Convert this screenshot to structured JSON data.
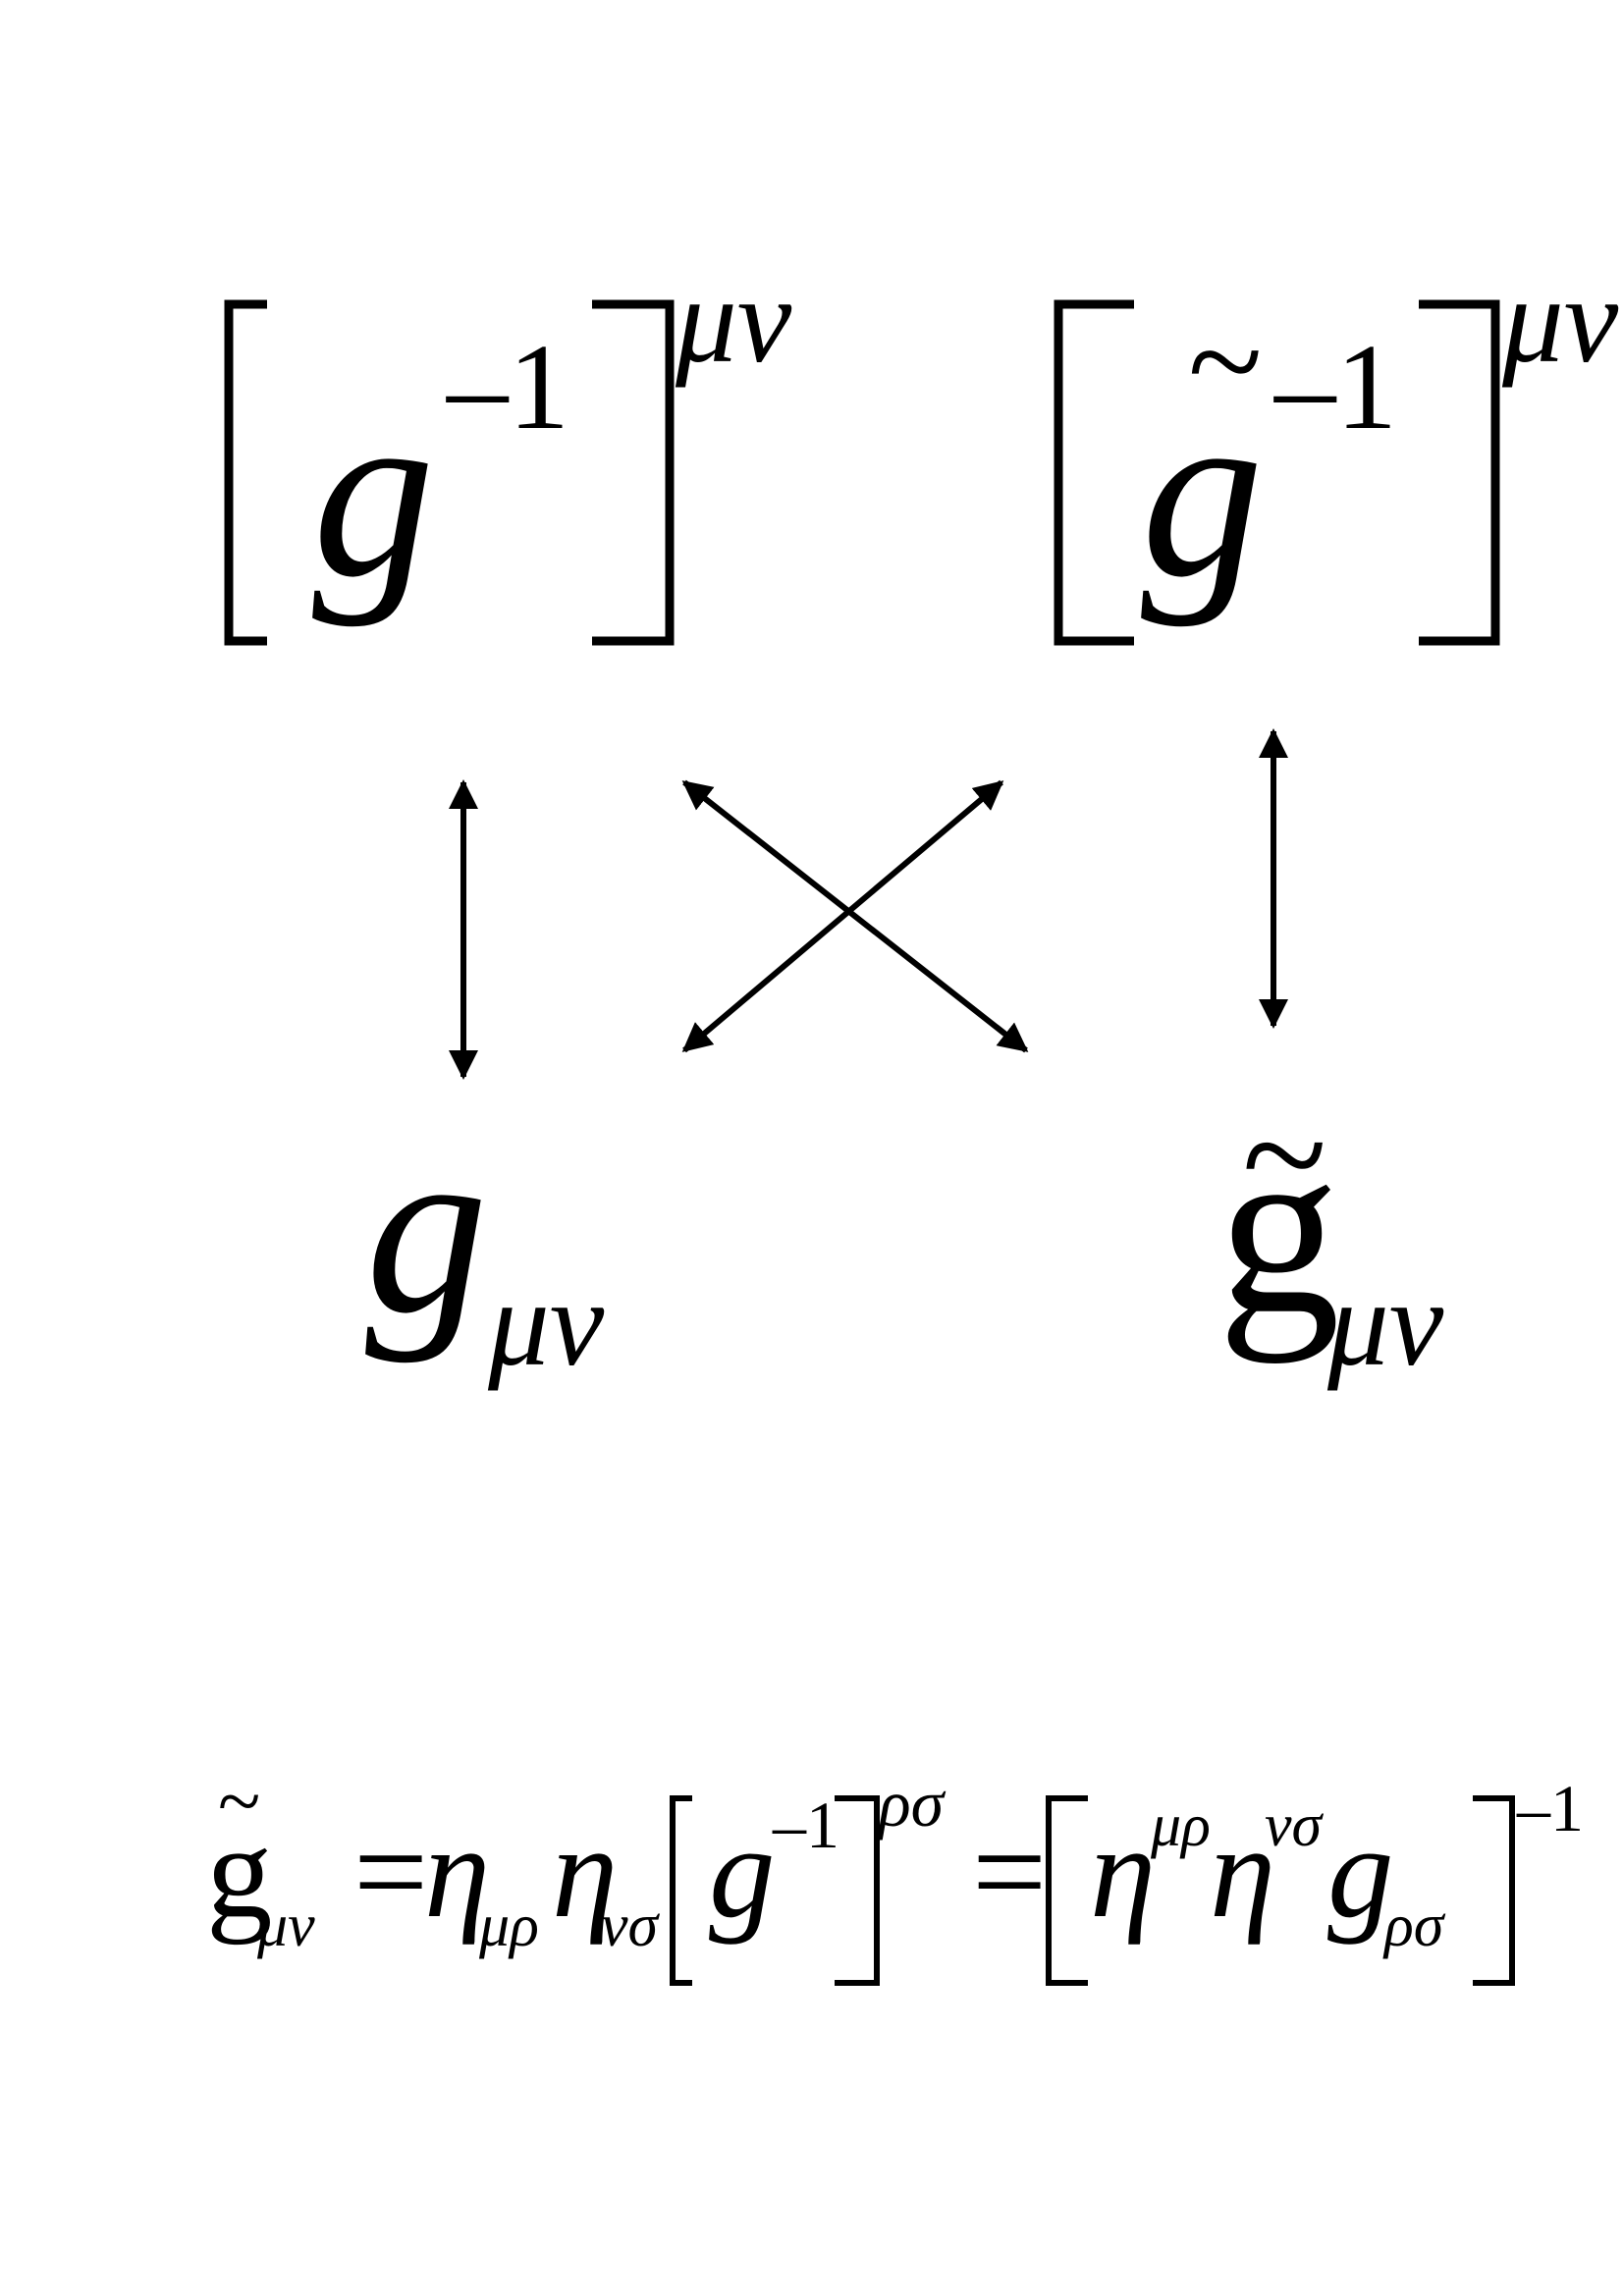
{
  "top_left": {
    "base": "g",
    "inverse_exponent": "–1",
    "indices": "μν"
  },
  "top_right": {
    "base": "g",
    "tilde": "~",
    "inverse_exponent": "–1",
    "indices": "μν"
  },
  "bottom_left": {
    "base": "g",
    "indices": "μν"
  },
  "bottom_right": {
    "base": "g",
    "tilde": "~",
    "indices": "μν"
  },
  "equation": {
    "lhs_base": "g",
    "lhs_tilde": "~",
    "lhs_indices": "μν",
    "eq1": "=",
    "eta1": "η",
    "eta1_indices": "μρ",
    "eta2": "η",
    "eta2_indices": "νσ",
    "inv_base": "g",
    "inv_exponent": "–1",
    "inv_indices": "ρσ",
    "eq2": "=",
    "eta3": "η",
    "eta3_indices": "μρ",
    "eta4": "η",
    "eta4_indices": "νσ",
    "g_base": "g",
    "g_indices": "ρσ",
    "outer_exponent": "–1"
  },
  "colors": {
    "ink": "#000000",
    "background": "#ffffff"
  }
}
